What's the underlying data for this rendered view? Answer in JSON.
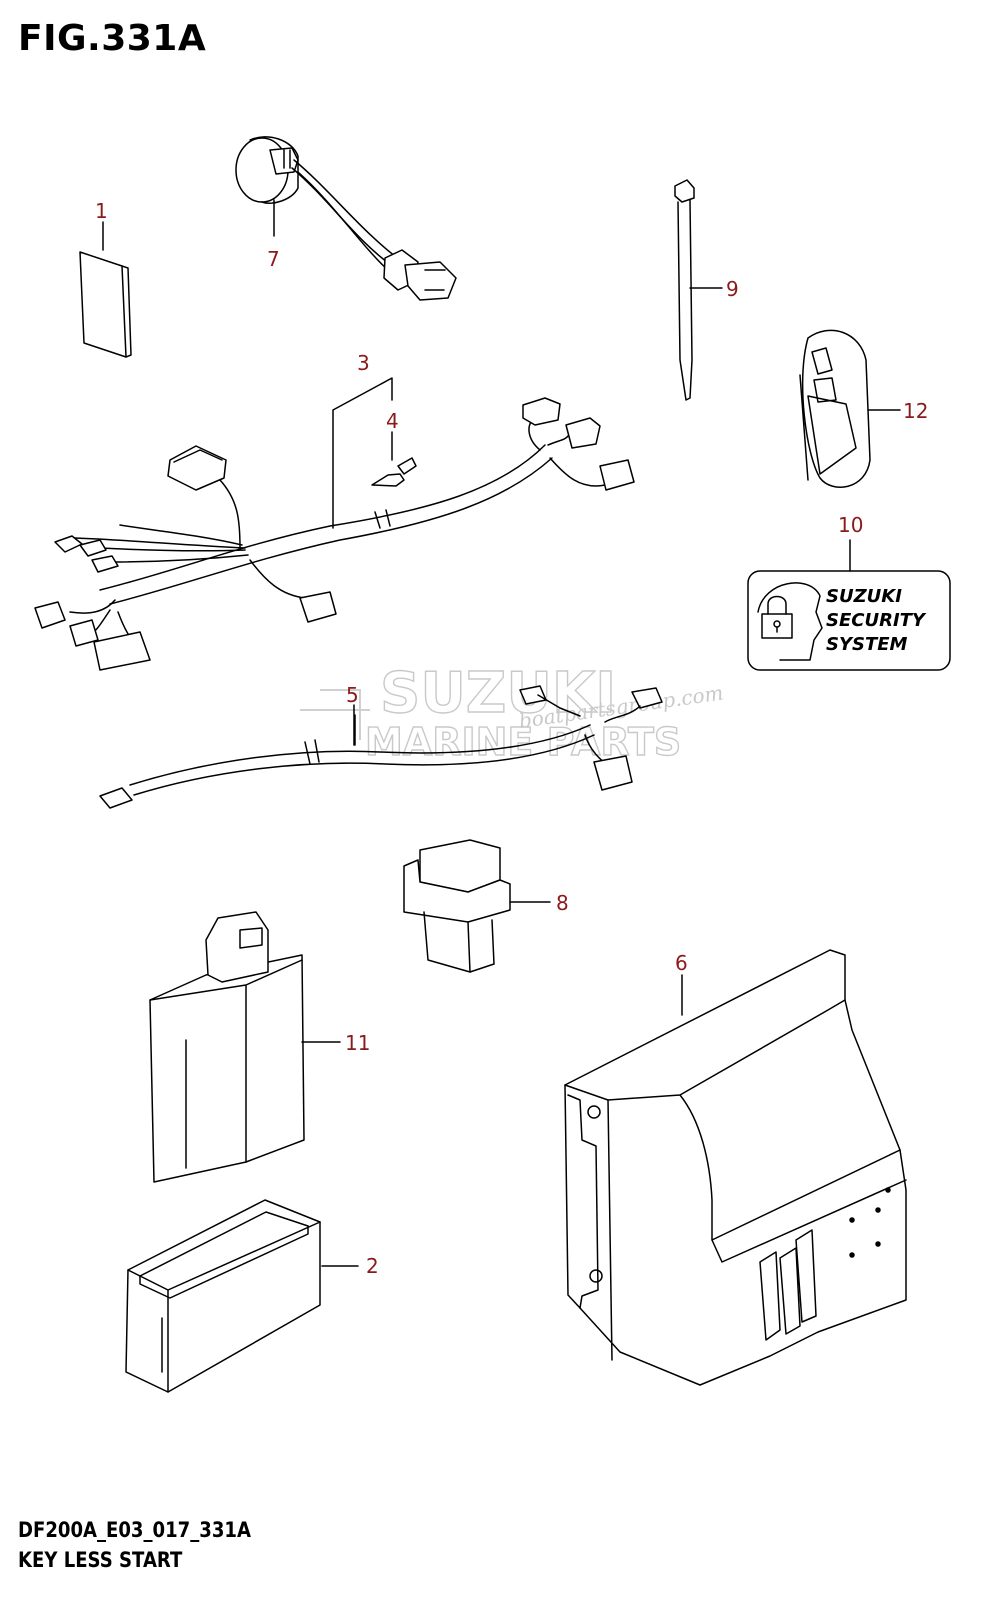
{
  "figure": {
    "title": "FIG.331A"
  },
  "footer": {
    "code": "DF200A_E03_017_331A",
    "name": "KEY LESS START"
  },
  "callouts": [
    {
      "id": "1",
      "text": "1"
    },
    {
      "id": "2",
      "text": "2"
    },
    {
      "id": "3",
      "text": "3"
    },
    {
      "id": "4",
      "text": "4"
    },
    {
      "id": "5",
      "text": "5"
    },
    {
      "id": "6",
      "text": "6"
    },
    {
      "id": "7",
      "text": "7"
    },
    {
      "id": "8",
      "text": "8"
    },
    {
      "id": "9",
      "text": "9"
    },
    {
      "id": "10",
      "text": "10"
    },
    {
      "id": "11",
      "text": "11"
    },
    {
      "id": "12",
      "text": "12"
    }
  ],
  "security_label": {
    "lines": [
      "SUZUKI",
      "SECURITY",
      "SYSTEM"
    ]
  },
  "watermark": {
    "line1": "SUZUKI",
    "line2": "MARINE PARTS",
    "line3": "boatpartsgroup.com"
  },
  "colors": {
    "callout": "#8b1a1a",
    "line": "#000000",
    "watermark": "#c9c9c9"
  }
}
